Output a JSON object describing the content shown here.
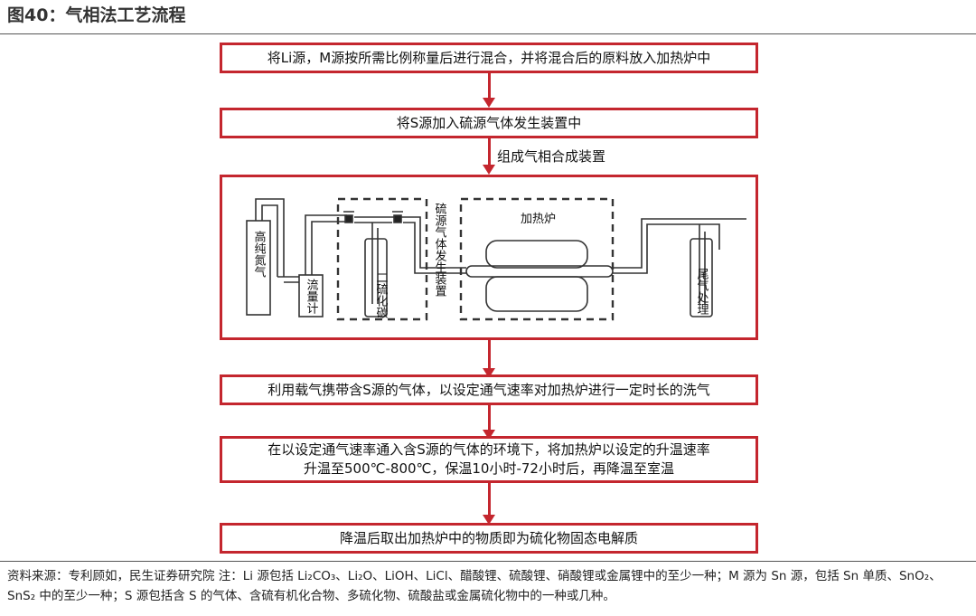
{
  "title": "图40：气相法工艺流程",
  "steps": [
    "将Li源，M源按所需比例称量后进行混合，并将混合后的原料放入加热炉中",
    "将S源加入硫源气体发生装置中",
    "利用载气携带含S源的气体，以设定通气速率对加热炉进行一定时长的洗气",
    "在以设定通气速率通入含S源的气体的环境下，将加热炉以设定的升温速率\n升温至500℃-800℃，保温10小时-72小时后，再降温至室温",
    "降温后取出加热炉中的物质即为硫化物固态电解质"
  ],
  "assemble_label": "组成气相合成装置",
  "apparatus": {
    "gas_cylinder": "高纯氮气",
    "flowmeter": "流量计",
    "cs2_bottle": "二硫化碳",
    "sulfur_generator": "硫源气体发生装置",
    "furnace": "加热炉",
    "exhaust": "尾气处理"
  },
  "source_note": "资料来源：专利顾如，民生证券研究院 注：Li 源包括 Li₂CO₃、Li₂O、LiOH、LiCl、醋酸锂、硫酸锂、硝酸锂或金属锂中的至少一种；M 源为 Sn 源，包括 Sn 单质、SnO₂、SnS₂ 中的至少一种；S 源包括含 S 的气体、含硫有机化合物、多硫化物、硫酸盐或金属硫化物中的一种或几种。",
  "colors": {
    "accent": "#c4262e",
    "line": "#333333"
  }
}
